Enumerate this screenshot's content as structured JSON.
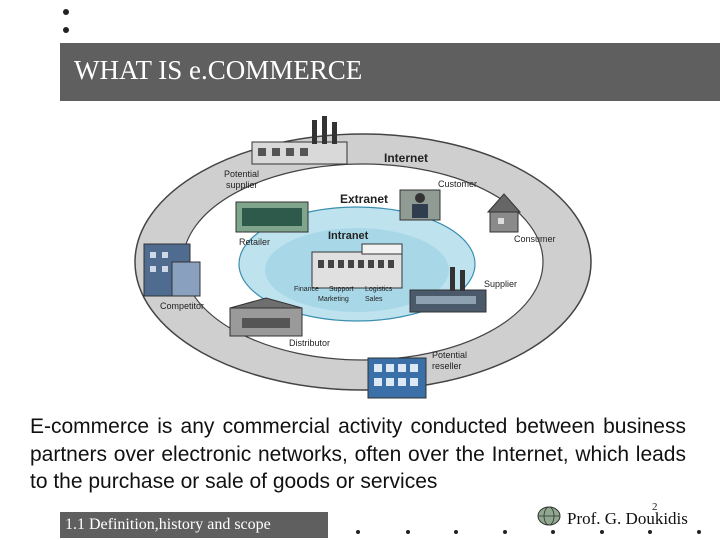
{
  "slide": {
    "title": "WHAT IS e.COMMERCE",
    "body": "E-commerce is any commercial activity conducted between business partners over electronic networks, often over the Internet, which leads to the purchase or sale of goods or services",
    "footer_label": "1.1 Definition,history and scope",
    "page_number": "2",
    "author": "Prof. G. Doukidis"
  },
  "diagram": {
    "rings": {
      "outer": "Internet",
      "middle": "Extranet",
      "inner": "Intranet"
    },
    "intranet_functions": [
      "Finance",
      "Support",
      "Logistics",
      "Marketing",
      "Sales"
    ],
    "nodes": {
      "potential_supplier": "Potential supplier",
      "customer": "Customer",
      "consumer": "Consumer",
      "retailer": "Retailer",
      "supplier": "Supplier",
      "competitor": "Competitor",
      "distributor": "Distributor",
      "potential_reseller": "Potential reseller"
    },
    "colors": {
      "outer_ring": "#cfcfcf",
      "inner_ring": "#bfe3ee",
      "inner_core": "#a8d8e8"
    }
  },
  "icons": {
    "bullets": "bullet-dot",
    "globe": "globe-icon"
  }
}
